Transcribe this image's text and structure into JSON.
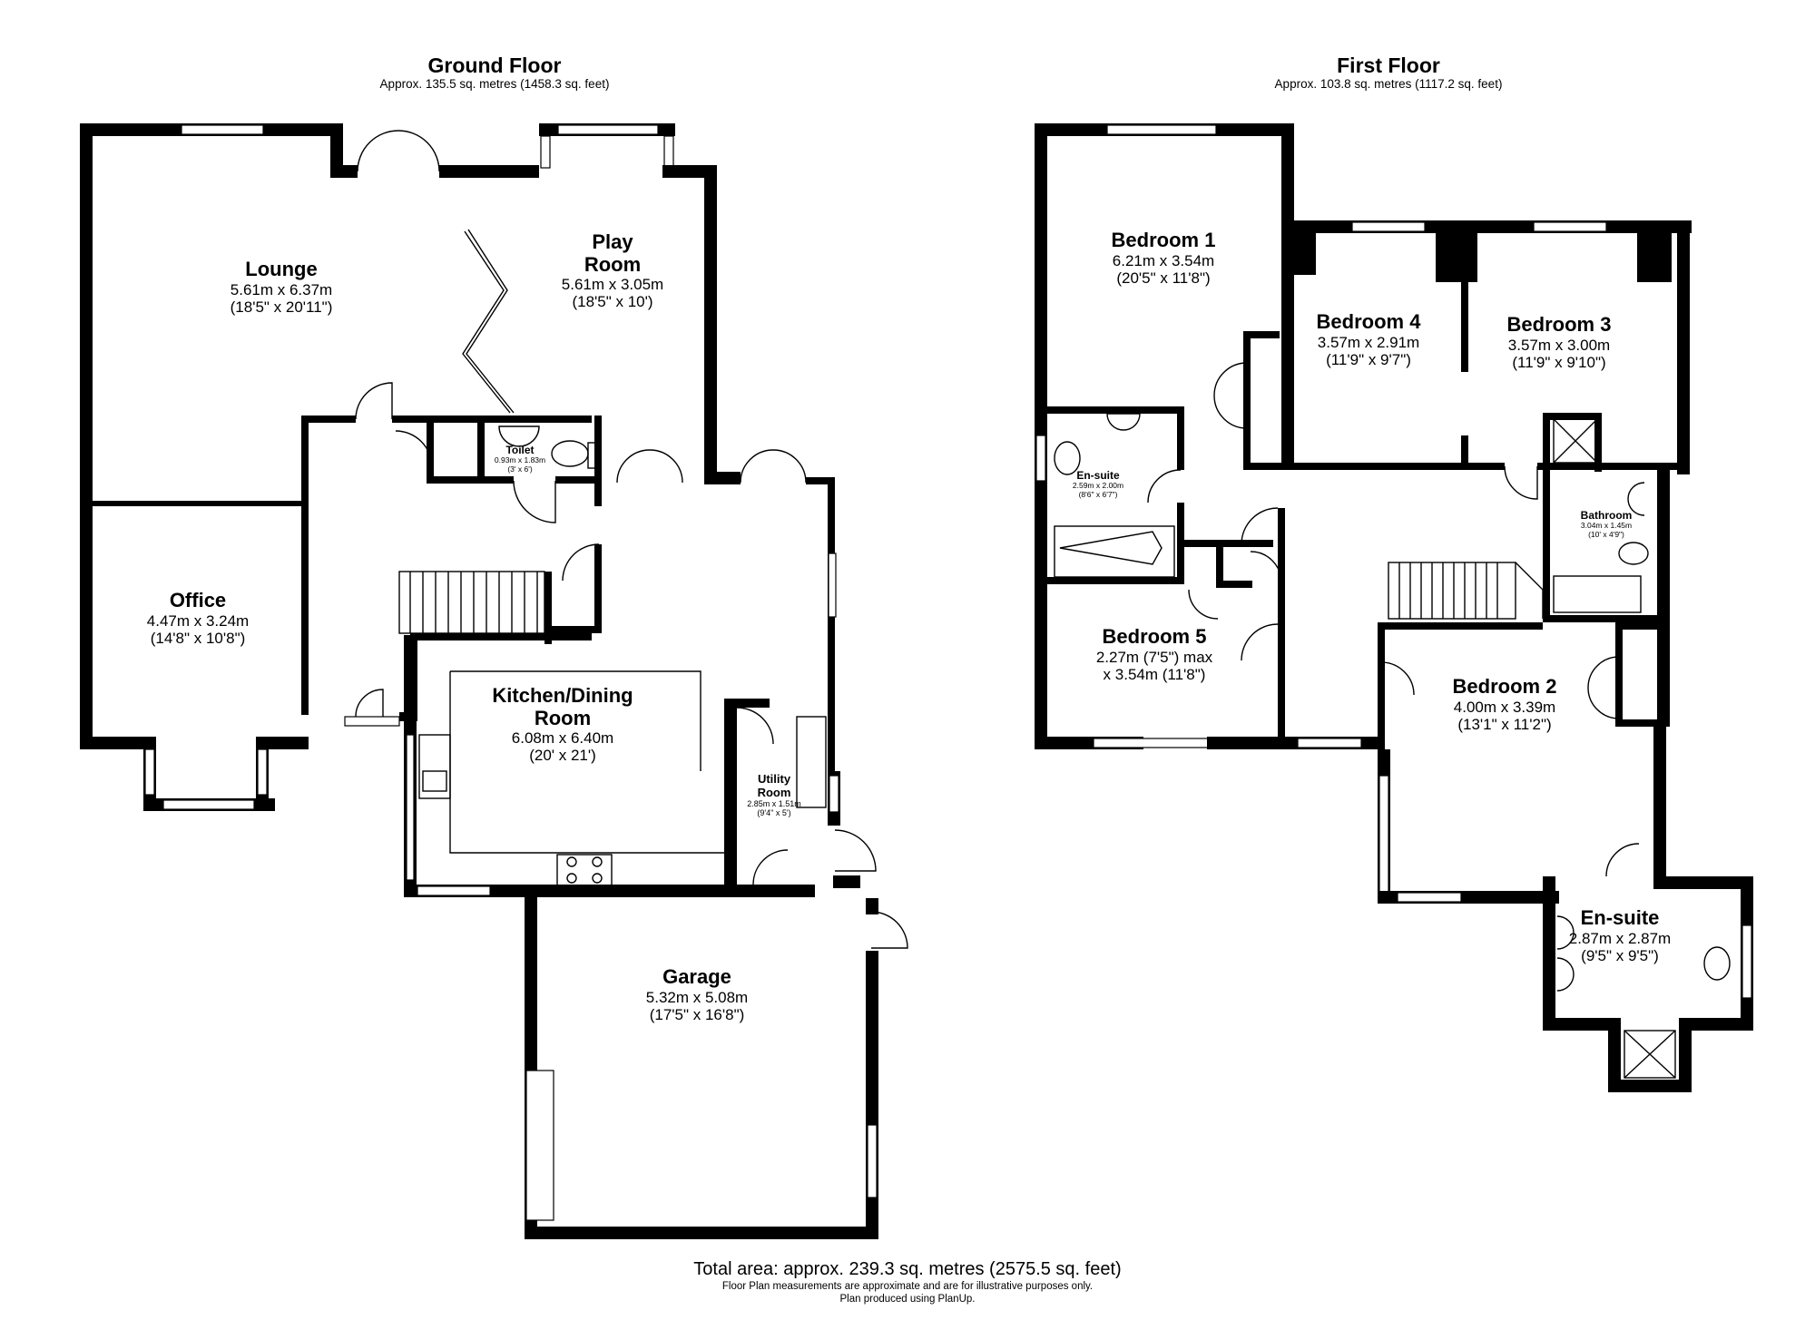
{
  "ground_floor": {
    "title": "Ground Floor",
    "area": "Approx. 135.5 sq. metres (1458.3 sq. feet)",
    "rooms": [
      {
        "name": "Lounge",
        "dim1": "5.61m x 6.37m",
        "dim2": "(18'5\" x 20'11\")"
      },
      {
        "name": "Play Room",
        "name_line1": "Play",
        "name_line2": "Room",
        "dim1": "5.61m x 3.05m",
        "dim2": "(18'5\" x 10')"
      },
      {
        "name": "Toilet",
        "dim1": "0.93m x 1.83m",
        "dim2": "(3' x 6')"
      },
      {
        "name": "Office",
        "dim1": "4.47m x 3.24m",
        "dim2": "(14'8\" x 10'8\")"
      },
      {
        "name": "Kitchen/Dining Room",
        "name_line1": "Kitchen/Dining",
        "name_line2": "Room",
        "dim1": "6.08m x 6.40m",
        "dim2": "(20' x 21')"
      },
      {
        "name": "Utility Room",
        "name_line1": "Utility",
        "name_line2": "Room",
        "dim1": "2.85m x 1.51m",
        "dim2": "(9'4\" x 5')"
      },
      {
        "name": "Garage",
        "dim1": "5.32m x 5.08m",
        "dim2": "(17'5\" x 16'8\")"
      }
    ]
  },
  "first_floor": {
    "title": "First Floor",
    "area": "Approx. 103.8 sq. metres (1117.2 sq. feet)",
    "rooms": [
      {
        "name": "Bedroom 1",
        "dim1": "6.21m x 3.54m",
        "dim2": "(20'5\" x 11'8\")"
      },
      {
        "name": "Bedroom 4",
        "dim1": "3.57m x 2.91m",
        "dim2": "(11'9\" x 9'7\")"
      },
      {
        "name": "Bedroom 3",
        "dim1": "3.57m x 3.00m",
        "dim2": "(11'9\" x 9'10\")"
      },
      {
        "name": "En-suite",
        "dim1": "2.59m x 2.00m",
        "dim2": "(8'6\" x 6'7\")"
      },
      {
        "name": "Bathroom",
        "dim1": "3.04m x 1.45m",
        "dim2": "(10' x 4'9\")"
      },
      {
        "name": "Bedroom 5",
        "dim1": "2.27m (7'5\") max",
        "dim2": "x 3.54m (11'8\")"
      },
      {
        "name": "Bedroom 2",
        "dim1": "4.00m x 3.39m",
        "dim2": "(13'1\" x 11'2\")"
      },
      {
        "name": "En-suite",
        "dim1": "2.87m x 2.87m",
        "dim2": "(9'5\" x 9'5\")"
      }
    ]
  },
  "footer": {
    "total_area": "Total area: approx. 239.3 sq. metres (2575.5 sq. feet)",
    "disclaimer": "Floor Plan measurements are approximate and are for illustrative purposes only.",
    "credit": "Plan produced using PlanUp."
  },
  "colors": {
    "wall": "#000000",
    "background": "#ffffff",
    "fixture_line": "#000000"
  }
}
